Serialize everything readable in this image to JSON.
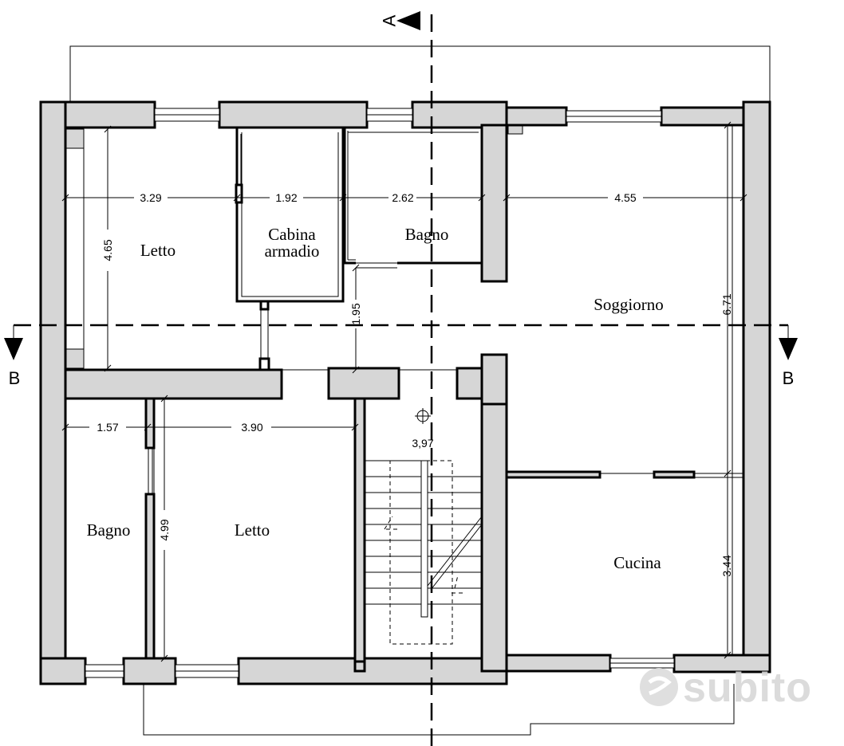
{
  "rooms": {
    "letto_top": "Letto",
    "cabina_line1": "Cabina",
    "cabina_line2": "armadio",
    "bagno_top": "Bagno",
    "soggiorno": "Soggiorno",
    "bagno_bottom": "Bagno",
    "letto_bottom": "Letto",
    "cucina": "Cucina"
  },
  "dimensions": {
    "letto_top_width": "3.29",
    "cabina_width": "1.92",
    "bagno_top_width": "2.62",
    "soggiorno_width": "4.55",
    "letto_top_depth": "4.65",
    "corridor_width": "1.95",
    "soggiorno_depth": "6.71",
    "bagno_bottom_width": "1.57",
    "letto_bottom_width": "3.90",
    "letto_bottom_depth": "4.99",
    "cucina_depth": "3.44",
    "stair_level": "3,97"
  },
  "sections": {
    "vertical_label": "A",
    "horizontal_label_left": "B",
    "horizontal_label_right": "B"
  },
  "watermark": {
    "text": "subito"
  }
}
